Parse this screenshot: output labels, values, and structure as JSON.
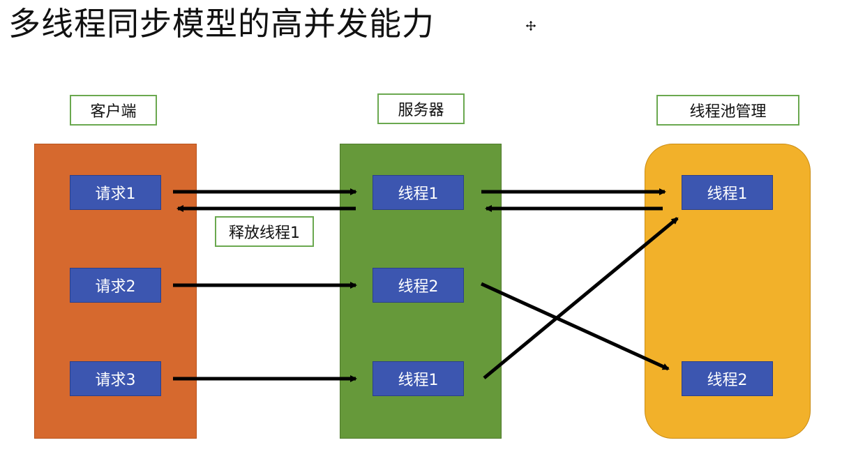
{
  "title": "多线程同步模型的高并发能力",
  "headers": {
    "client": "客户端",
    "server": "服务器",
    "pool": "线程池管理"
  },
  "client": {
    "requests": [
      "请求1",
      "请求2",
      "请求3"
    ]
  },
  "server": {
    "threads": [
      "线程1",
      "线程2",
      "线程1"
    ]
  },
  "pool": {
    "threads": [
      "线程1",
      "线程2"
    ]
  },
  "note": "释放线程1",
  "colors": {
    "client_panel": "#d6692e",
    "server_panel": "#66993a",
    "pool_panel": "#f2b12a",
    "node": "#3c56b0",
    "label_border": "#6aa84f",
    "arrow": "#000000"
  }
}
